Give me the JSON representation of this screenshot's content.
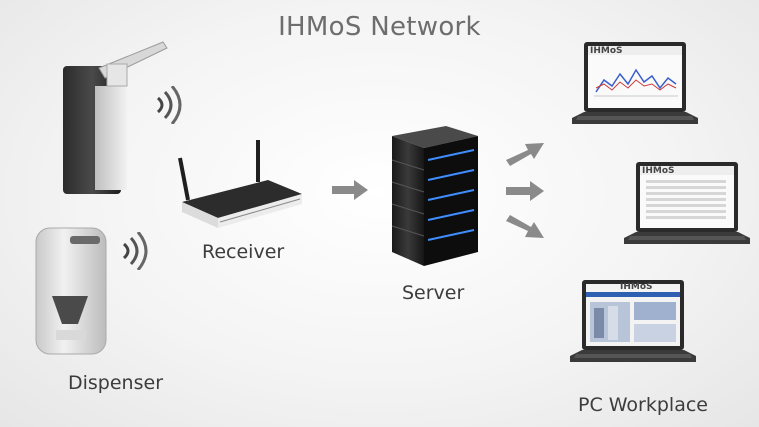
{
  "title": "IHMoS Network",
  "labels": {
    "dispenser": "Dispenser",
    "receiver": "Receiver",
    "server": "Server",
    "workplace": "PC Workplace"
  },
  "laptop_brand": "IHMoS",
  "icons": [
    "wifi-signal-icon",
    "arrow-right-icon",
    "router-icon",
    "server-icon",
    "laptop-icon"
  ]
}
